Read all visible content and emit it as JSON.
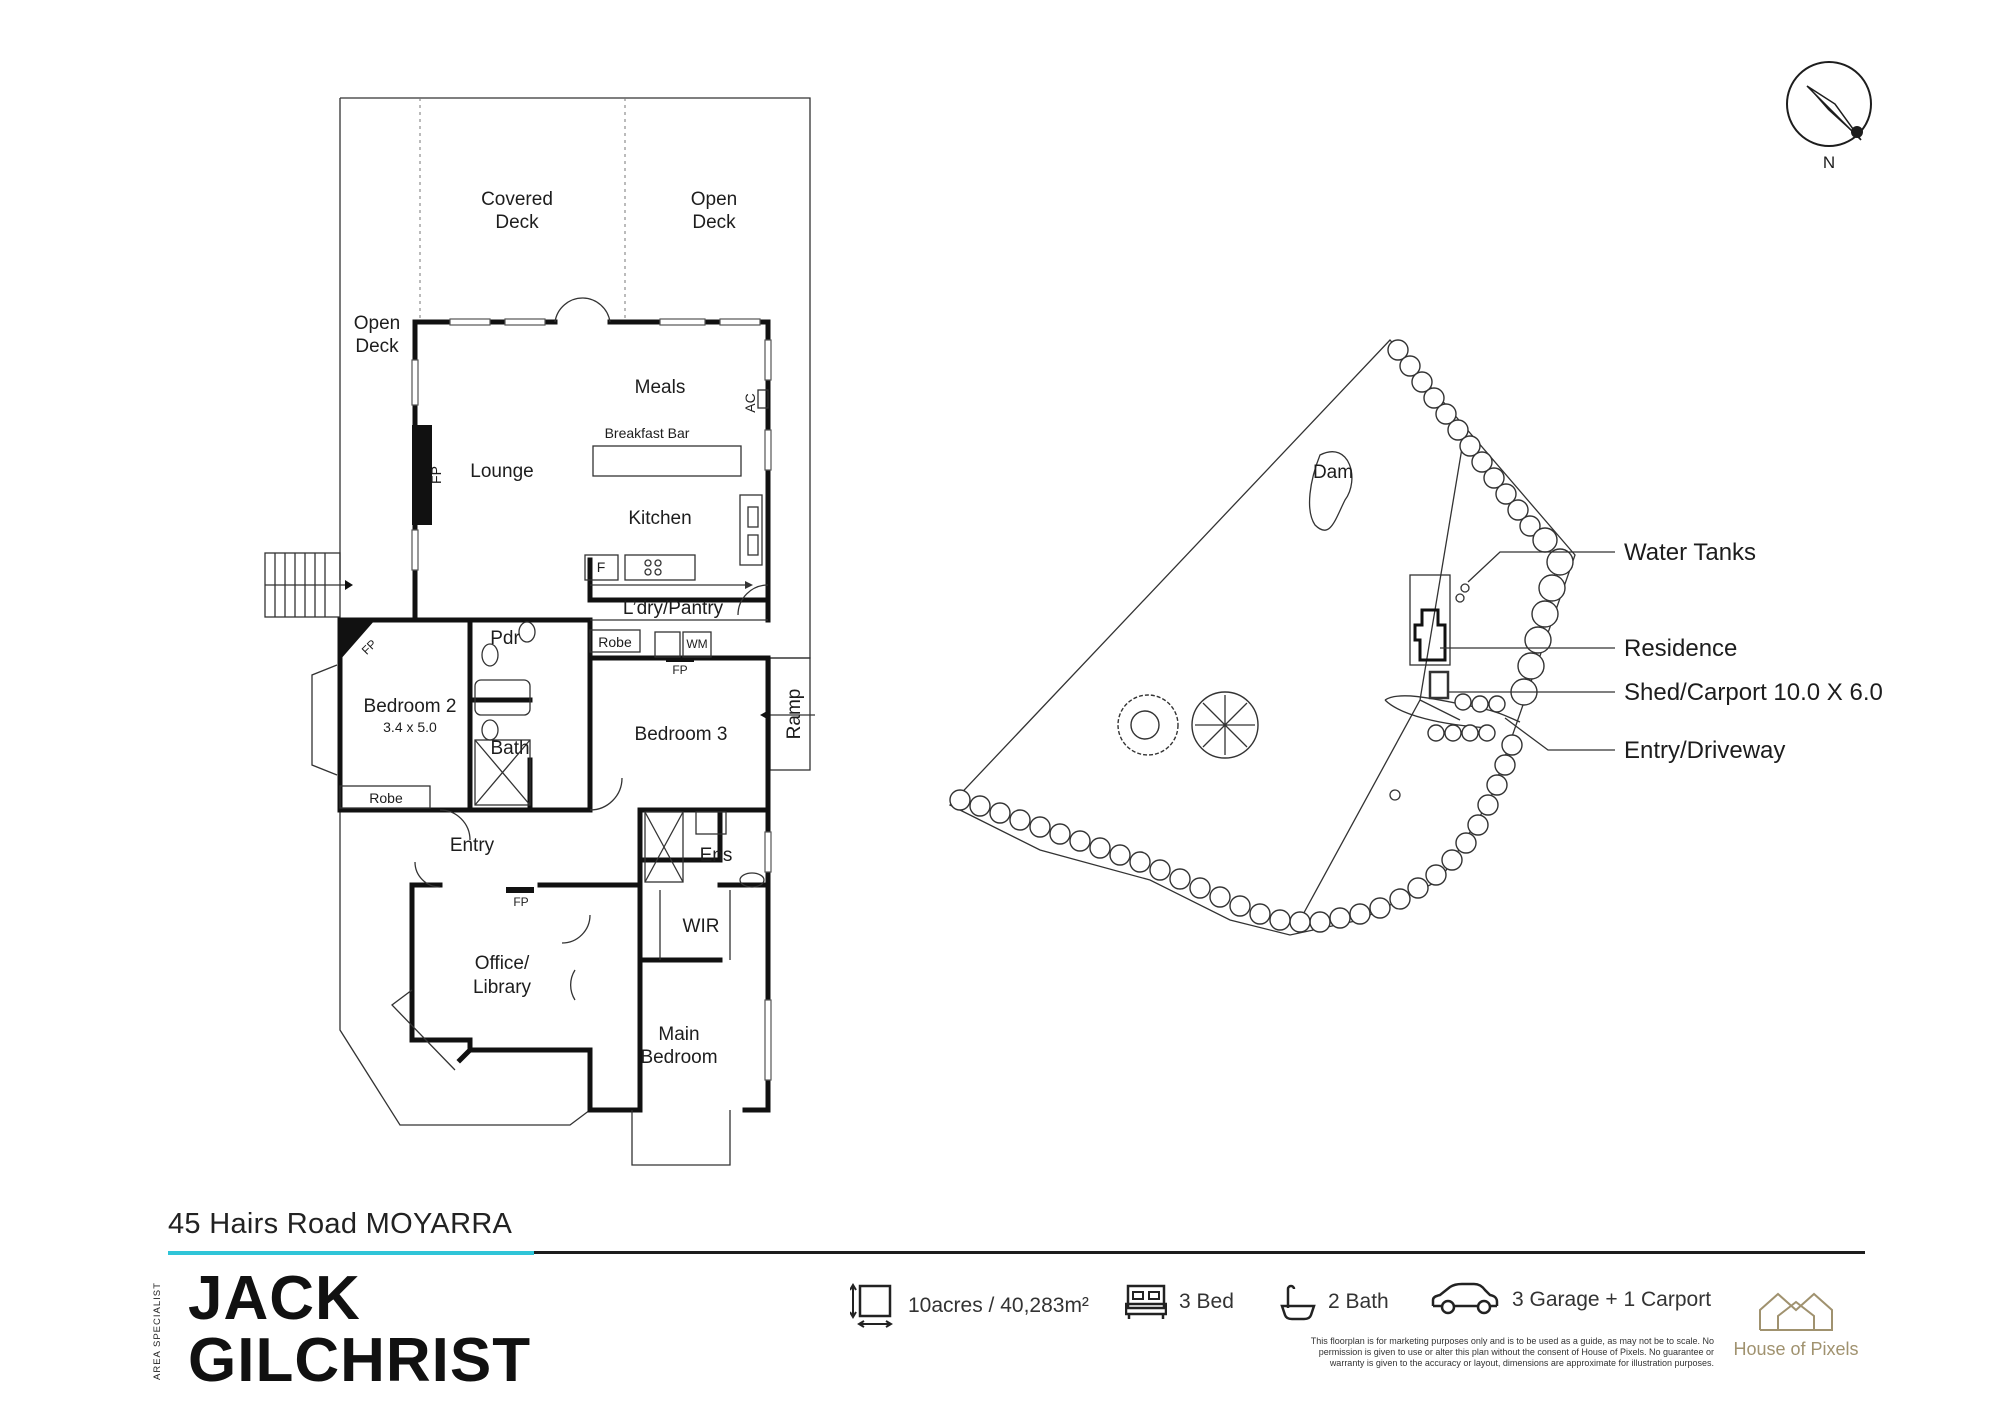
{
  "floorplan": {
    "rooms": {
      "covered_deck": [
        "Covered",
        "Deck"
      ],
      "open_deck_top": [
        "Open",
        "Deck"
      ],
      "open_deck_side": [
        "Open",
        "Deck"
      ],
      "meals": "Meals",
      "ac": "AC",
      "breakfast_bar": "Breakfast Bar",
      "lounge": "Lounge",
      "fp_lounge": "FP",
      "kitchen": "Kitchen",
      "fridge": "F",
      "laundry_pantry": "L’dry/Pantry",
      "robe_laundry": "Robe",
      "wm": "WM",
      "fp_bed3": "FP",
      "fp_bed2": "FP",
      "pdr": "Pdr",
      "bedroom2": "Bedroom 2",
      "bedroom2_dims": "3.4 x 5.0",
      "bath": "Bath",
      "robe_bed2": "Robe",
      "bedroom3": "Bedroom 3",
      "ramp": "Ramp",
      "entry": "Entry",
      "ens": "Ens",
      "fp_office": "FP",
      "wir": "WIR",
      "office": [
        "Office/",
        "Library"
      ],
      "main_bedroom": [
        "Main",
        "Bedroom"
      ]
    }
  },
  "siteplan": {
    "dam": "Dam",
    "legend": [
      "Water Tanks",
      "Residence",
      "Shed/Carport 10.0 X 6.0",
      "Entry/Driveway"
    ]
  },
  "compass": {
    "label": "N"
  },
  "footer": {
    "address": "45 Hairs Road MOYARRA",
    "brand_tag": "AREA SPECIALIST",
    "brand_line1": "JACK",
    "brand_line2": "GILCHRIST",
    "land": "10acres / 40,283m²",
    "bed": "3 Bed",
    "bath": "2 Bath",
    "garage": "3 Garage + 1 Carport",
    "disclaimer": "This floorplan is for marketing purposes only and is to be used as a guide, as may not be to scale. No permission is given to use or alter this plan without the consent of House of Pixels. No guarantee or warranty is given to the accuracy or layout, dimensions are approximate for illustration purposes.",
    "logo_text": "House of Pixels"
  },
  "colors": {
    "accent": "#2fc5d8",
    "logo": "#a0926f",
    "ink": "#1d1d1d"
  }
}
